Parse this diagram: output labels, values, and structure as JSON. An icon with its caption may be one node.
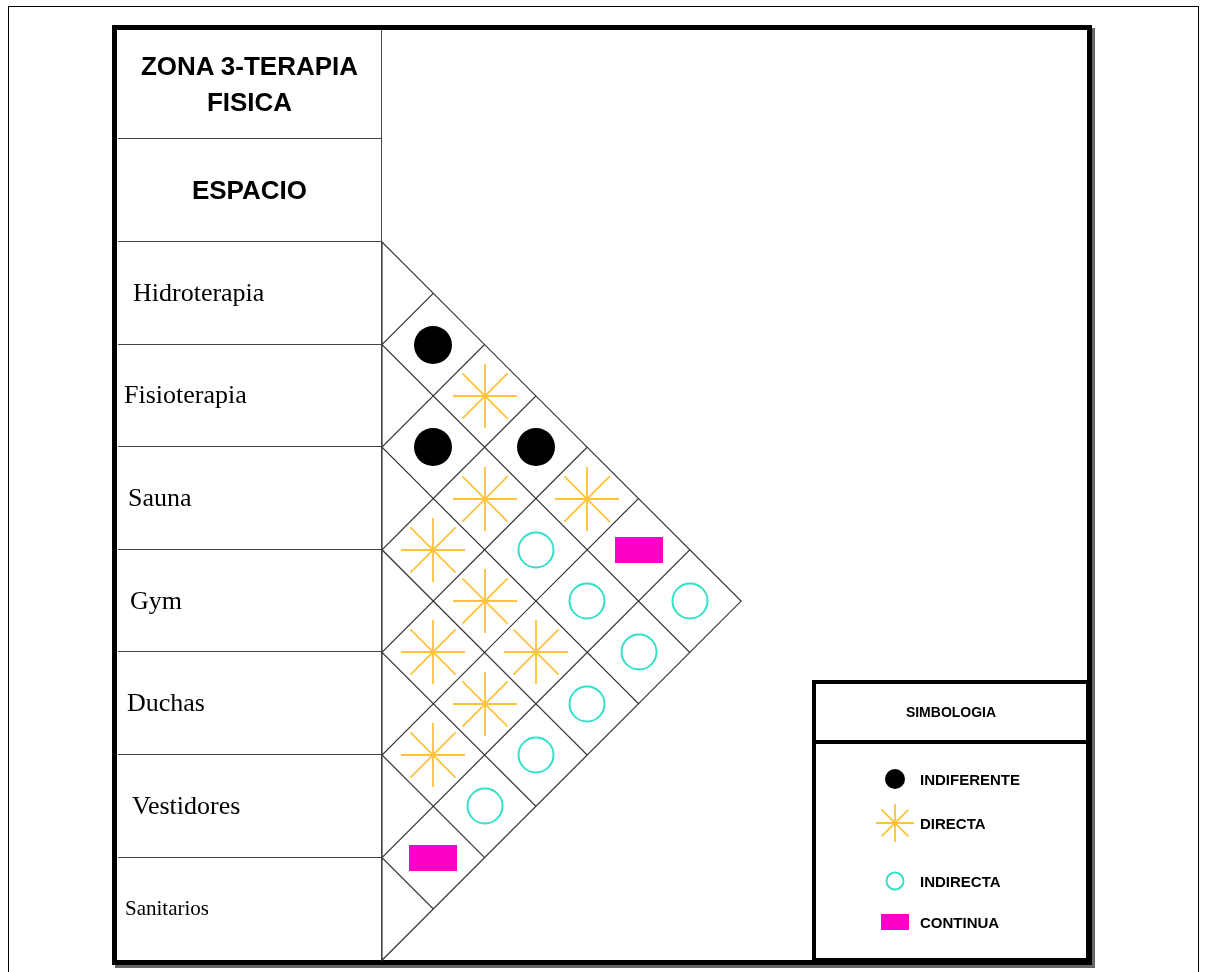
{
  "diagram": {
    "nodes": [
      {
        "text": [
          "ZONA 3-TERAPIA FISICA"
        ]
      },
      {
        "text": [
          "ESPACIO"
        ]
      },
      {
        "text": [
          "Hidroterapia"
        ]
      },
      {
        "text": [
          "Fisioterapia"
        ]
      },
      {
        "text": [
          "Sauna"
        ]
      },
      {
        "text": [
          "Gym"
        ]
      },
      {
        "text": [
          "Duchas"
        ]
      },
      {
        "text": [
          "Vestidores"
        ]
      },
      {
        "text": [
          "Sanitarios"
        ]
      },
      {
        "text": [],
        "shape": "dot"
      },
      {
        "text": [],
        "shape": "star"
      },
      {
        "text": [],
        "shape": "dot"
      },
      {
        "text": [],
        "shape": "dot"
      },
      {
        "text": [],
        "shape": "star"
      },
      {
        "text": [],
        "shape": "star"
      },
      {
        "text": [],
        "shape": "star"
      },
      {
        "text": [],
        "shape": "circle"
      },
      {
        "text": [],
        "shape": "bar"
      },
      {
        "text": [],
        "shape": "star"
      },
      {
        "text": [],
        "shape": "circle"
      },
      {
        "text": [],
        "shape": "circle"
      },
      {
        "text": [],
        "shape": "star"
      },
      {
        "text": [],
        "shape": "star"
      },
      {
        "text": [],
        "shape": "circle"
      },
      {
        "text": [],
        "shape": "star"
      },
      {
        "text": [],
        "shape": "circle"
      },
      {
        "text": [],
        "shape": "star"
      },
      {
        "text": [],
        "shape": "circle"
      },
      {
        "text": [],
        "shape": "circle"
      },
      {
        "text": [],
        "shape": "bar"
      },
      {
        "text": [
          "SIMBOLOGIA"
        ]
      }
    ],
    "legend": [
      {
        "text": "INDIFERENTE"
      },
      {
        "text": "DIRECTA"
      },
      {
        "text": "INDIRECTA"
      },
      {
        "text": "CONTINUA",
        "color": "#ff00c8"
      }
    ]
  }
}
